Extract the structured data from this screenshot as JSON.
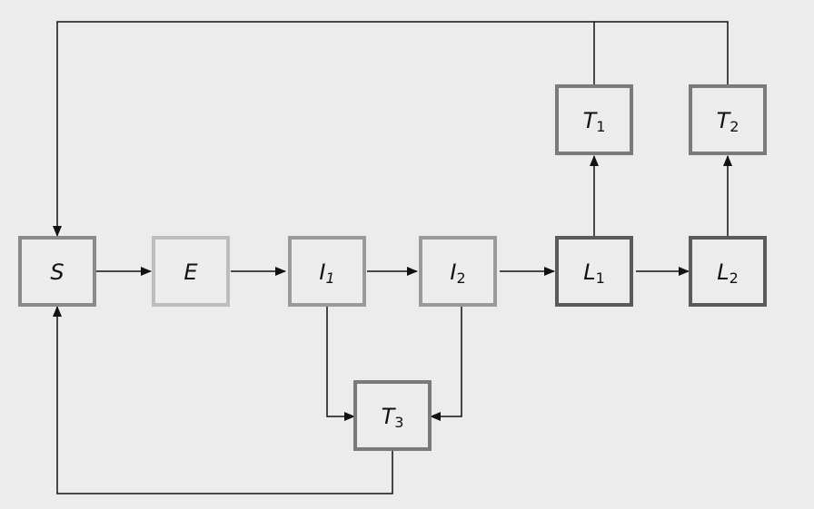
{
  "nodes": {
    "S": {
      "main": "S",
      "sub": "",
      "border": "#8a8a8a"
    },
    "E": {
      "main": "E",
      "sub": "",
      "border": "#bdbdbd"
    },
    "I1": {
      "main": "I",
      "sub": "1",
      "border": "#9a9a9a"
    },
    "I2": {
      "main": "I",
      "sub": "2",
      "border": "#9a9a9a"
    },
    "L1": {
      "main": "L",
      "sub": "1",
      "border": "#5a5a5a"
    },
    "L2": {
      "main": "L",
      "sub": "2",
      "border": "#5a5a5a"
    },
    "T1": {
      "main": "T",
      "sub": "1",
      "border": "#7a7a7a"
    },
    "T2": {
      "main": "T",
      "sub": "2",
      "border": "#7a7a7a"
    },
    "T3": {
      "main": "T",
      "sub": "3",
      "border": "#7a7a7a"
    }
  },
  "edges": [
    [
      "S",
      "E"
    ],
    [
      "E",
      "I1"
    ],
    [
      "I1",
      "I2"
    ],
    [
      "I2",
      "L1"
    ],
    [
      "L1",
      "L2"
    ],
    [
      "L1",
      "T1"
    ],
    [
      "L2",
      "T2"
    ],
    [
      "I1",
      "T3"
    ],
    [
      "I2",
      "T3"
    ],
    [
      "T1",
      "S"
    ],
    [
      "T2",
      "S"
    ],
    [
      "T3",
      "S"
    ]
  ],
  "colors": {
    "background": "#ececec",
    "line": "#111111",
    "box_fill": "#ececec"
  }
}
